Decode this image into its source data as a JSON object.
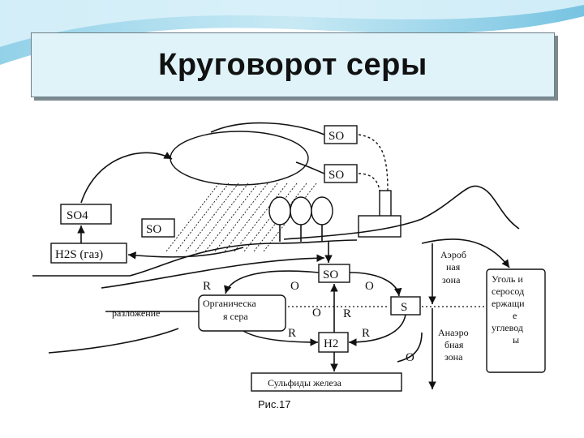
{
  "title": "Круговорот серы",
  "caption": "Рис.17",
  "labels": {
    "so_top": "SO",
    "so_mid": "SO",
    "so4": "SO4",
    "so_left": "SO",
    "h2s": "H2S (газ)",
    "so_center": "SO",
    "o_1": "O",
    "o_2": "O",
    "o_3": "O",
    "o_4": "O",
    "r_1": "R",
    "r_2": "R",
    "r_3": "R",
    "r_4": "R",
    "organic_1": "Органическа",
    "organic_2": "я сера",
    "decomposition": "разложение",
    "s_box": "S",
    "h2_box": "H2",
    "sulfides": "Сульфиды железа",
    "aerobic_1": "Аэроб",
    "aerobic_2": "ная",
    "aerobic_3": "зона",
    "anaerobic_1": "Анаэро",
    "anaerobic_2": "бная",
    "anaerobic_3": "зона",
    "coal_1": "Уголь и",
    "coal_2": "серосод",
    "coal_3": "ержащи",
    "coal_4": "е",
    "coal_5": "углевод",
    "coal_6": "ы"
  }
}
